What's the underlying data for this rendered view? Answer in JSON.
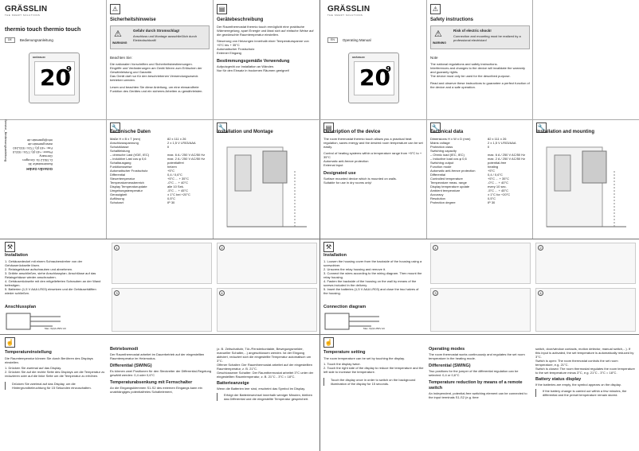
{
  "de": {
    "brand": "GRÄSSLIN",
    "brand_sub": "THE SMART SOLUTIONS",
    "product_title": "thermio touch thermio touch",
    "lang_tag": "DE",
    "manual_label": "Bedienungsanleitung",
    "temp_big": "20",
    "temp_small": "9",
    "address": [
      "Grässlin GmbH",
      "Bundesstraße 36",
      "D-78112 St. Georgen",
      "Germany",
      "Phone: +49 (0) 7724 / 933-0",
      "Fax: +49 (0) 7724 / 933-240",
      "www.graesslin.de",
      "info@graesslin.de"
    ],
    "doc_id": "Service_Bedienungsanleitung",
    "safety": {
      "title": "Sicherheitshinweise",
      "warn_title": "Gefahr durch Stromschlag!",
      "warn_text": "Anschluss und Montage ausschließlich durch Elektrofachkraft!",
      "warn_label": "WARNUNG",
      "note_title": "Beachten Sie:",
      "items": [
        "Die nationalen Vorschriften und Sicherheitsbestimmungen.",
        "Eingriffe und Veränderungen am Gerät führen zum Erlöschen der Gewährleistung und Garantie.",
        "Das Gerät darf nur für den beschriebenen Verwendungszweck betrieben werden."
      ],
      "read": "Lesen und beachten Sie diese Anleitung, um eine einwandfreie Funktion des Gerätes und ein sicheres Arbeiten zu gewährleisten."
    },
    "description": {
      "title": "Gerätebeschreibung",
      "text": "Der Raumthermostat thermio touch ermöglicht eine praktische Wärmeregelung, spart Energie und lässt sich auf einfache Weise auf die gewünschte Raumtemperatur einstellen.",
      "items": [
        "Steuerung von Heizungen innerhalb einer Temperaturspanne von +5°C bis + 35°C",
        "Automatischer Frostschutz",
        "Externer Eingang"
      ],
      "use_title": "Bestimmungsgemäße Verwendung",
      "use_items": [
        "Aufputzgerät zur Installation an Wänden.",
        "Nur für den Einsatz in trockenen Räumen geeignet!"
      ]
    },
    "tech": {
      "title": "Technische Daten",
      "rows": [
        [
          "Maße H x B x T (mm)",
          "82 x 111 x 26"
        ],
        [
          "Anschlussspannung",
          "2 x 1,5 V LR03/AAA"
        ],
        [
          "Schutzklasse",
          "II"
        ],
        [
          "Schaltleistung",
          ""
        ],
        [
          "– ohmsche Last (VDE, IEC)",
          "max. 6 A / 250 V AC/50 Hz"
        ],
        [
          "– induktive Last cos φ 0,6",
          "max. 2 A / 250 V AC/50 Hz"
        ],
        [
          "Schaltausgang",
          "potentialfrei"
        ],
        [
          "Funktionsweise",
          "heizen"
        ],
        [
          "Automatischer Frostschutz",
          "+5°C"
        ],
        [
          "Differential",
          "0,4 / 0,6°C"
        ],
        [
          "Steuertemperatur",
          "+5°C ... + 35°C"
        ],
        [
          "Temperaturmessbereich",
          "-0°C ... + 40°C"
        ],
        [
          "Display Temperaturupdate",
          "alle 10 Sek."
        ],
        [
          "Umgebungstemperatur",
          "-5°C ... + 45°C"
        ],
        [
          "Genauigkeit",
          "± 1°C bei +20°C"
        ],
        [
          "Auflösung",
          "0,5°C"
        ],
        [
          "Schutzart",
          "IP 30"
        ]
      ]
    },
    "install_title": "Installation und Montage",
    "installation": {
      "title": "Installation",
      "steps": [
        "Gehäusedeckel mit einem Schraubendreher von der Gehäuserückseite lösen.",
        "Relaisgehäuse aufschrauben und abnehmen.",
        "Drähte anschließen, siehe Anschlussplan. Anschlüsse auf das Relaisgehäuse wieder anschrauben.",
        "Gehäuserückseite mit den mitgelieferten Schrauben an der Wand befestigen.",
        "Batterien (1,5 V AAA LR03) einsetzen und die Gehäusehälften wieder schließen."
      ],
      "plan_title": "Anschlussplan",
      "plan_label": "Max. 6(2)A 250V AC"
    },
    "temp_setting": {
      "title": "Temperatureinstellung",
      "text": "Die Raumtemperatur können Sie durch Berühren des Displays einstellen.",
      "steps": [
        "Drücken Sie zweimal auf das Display.",
        "Drücken Sie auf die rechte Seite des Displays um die Temperatur zu reduzieren oder auf die linke Seite um die Temperatur zu erhöhen."
      ],
      "note": "Drücken Sie zweimal auf das Display, um die Hintergrundbeleuchtung für 15 Sekunden einzuschalten."
    },
    "operating": {
      "title": "Betriebsmodi",
      "text": "Der Raumthermostat arbeitet im Dauerbetrieb auf der eingestellten Raumtemperatur im Heizmodus.",
      "diff_title": "Differential (SWING)",
      "diff_text": "Es können zwei Positionen für den Steckreiter der Differential-Regelung gewählt werden: 0,4 oder 0,6°C",
      "remote_title": "Temperaturabsenkung mit Fernschalter",
      "remote_text": "An die Eingangsklemmen S1-S2 des externen Eingangs kann ein unabhängiges potentialfreies Schaltelement,"
    },
    "battery": {
      "col_text": "(z. B. Zeitschaltuhr, Tür-/Fensterkontakte, Bewegungsmelder, manueller Schalter,...) angeschlossen werden. Ist der Eingang aktiviert, reduziert sich die eingestellte Temperatur automatisch um 3°C.",
      "items": [
        "Offener Schalter: Der Raumthermostat arbeitet auf der eingestellten Raumtemperatur, z. B. 21°C.",
        "Geschlossener Schalter: Der Raumthermostat arbeitet 3°C unter der eingestellten Raumtemperatur, z. B. 21°C - 3°C = 18°C."
      ],
      "title": "Batterieanzeige",
      "text": "Wenn die Batterien leer sind, erscheint das Symbol im Display.",
      "note": "Erfolgt der Batteriewechsel innerhalb weniger Minuten, bleiben das Differential und die eingestellte Temperatur gespeichert."
    }
  },
  "en": {
    "brand": "GRÄSSLIN",
    "brand_sub": "THE SMART SOLUTIONS",
    "lang_tag": "EN",
    "manual_label": "Operating Manual",
    "temp_big": "20",
    "temp_small": "9",
    "safety": {
      "title": "Safety instructions",
      "warn_title": "Risk of electric shock!",
      "warn_text": "Connection and mounting must be realized by a professional electrician!",
      "warn_label": "WARNING",
      "note_title": "Note",
      "items": [
        "The national regulations and safety instructions.",
        "Interferences and changes to the device will invalidate the warranty and guaranty rights.",
        "The device must only be used for the described purpose."
      ],
      "read": "Read and observe these instructions to guarantee a perfect function of the device and a safe operation."
    },
    "description": {
      "title": "Description of the device",
      "text": "The room thermostat thermio touch allows you a practical heat regulation, saves energy and the desired room temperature can be set easily.",
      "items": [
        "Control of heating systems within a temperature range from +5°C to + 35°C",
        "Automatic anti-freeze protection",
        "External input"
      ],
      "use_title": "Designated use",
      "use_items": [
        "Surface mounted device which is mounted on walls.",
        "Suitable for use in dry rooms only!"
      ]
    },
    "tech": {
      "title": "Technical data",
      "rows": [
        [
          "Dimensions H x W x D (mm)",
          "82 x 111 x 26"
        ],
        [
          "Mains voltage",
          "2 x 1,5 V LR03/AAA"
        ],
        [
          "Protection class",
          "II"
        ],
        [
          "Switching capacity",
          ""
        ],
        [
          "– Ohmic load (IEC, IEC)",
          "max. 6 A / 250 V AC/50 Hz"
        ],
        [
          "– Inductive load cos φ 0,6",
          "max. 2 A / 250 V AC/50 Hz"
        ],
        [
          "Switching output",
          "potential-free"
        ],
        [
          "Function mode",
          "heating"
        ],
        [
          "Automatic anti-freeze protection",
          "+5°C"
        ],
        [
          "Differential",
          "0,4 / 0,6°C"
        ],
        [
          "Controlled temperature",
          "+5°C ... + 35°C"
        ],
        [
          "Temperature meas. range",
          "-0°C ... + 40°C"
        ],
        [
          "Display temperature update",
          "every 10 sec."
        ],
        [
          "Ambient temperature",
          "-5°C ... + 45°C"
        ],
        [
          "Accuracy",
          "± 1°C for +20°C"
        ],
        [
          "Resolution",
          "0,5°C"
        ],
        [
          "Protection degree",
          "IP 30"
        ]
      ]
    },
    "install_title": "Installation and mounting",
    "installation": {
      "title": "Installation",
      "steps": [
        "Loosen the housing cover from the backside of the housing using a screwdriver.",
        "Unscrew the relay housing and remove it.",
        "Connect the wires according to the wiring diagram. Then mount the relay housing.",
        "Fasten the backside of the housing on the wall by means of the screws included in the delivery.",
        "Insert the batteries (1,5 V AAA LR03) and close the two halves of the housing."
      ],
      "plan_title": "Connection diagram",
      "plan_label": "Max. 6(2)A 250V AC"
    },
    "temp_setting": {
      "title": "Temperature setting",
      "text": "The room temperature can be set by touching the display.",
      "steps": [
        "Touch the display twice.",
        "Touch the right side of the display to reduce the temperature and the left side to increase the temperature."
      ],
      "note": "Touch the display once in order to switch on the background illumination of the display for 15 seconds."
    },
    "operating": {
      "title": "Operating modes",
      "text": "The room thermostat works continuously and regulates the set room temperature in the heating mode.",
      "diff_title": "Differential (SWING)",
      "diff_text": "Two positions for the jumper of the differential regulation can be selected: 0,4 or 0,6°C",
      "remote_title": "Temperature reduction by means of a remote switch",
      "remote_text": "An independent, potential-free switching element can be connected to the input terminals S1-S2 (e.g. time"
    },
    "battery": {
      "col_text": "switch, door/window contacts, motion detector, manual switch,...). If this input is activated, the set temperature is automatically reduced by 3°C.",
      "items": [
        "Switch is open: The room thermostat controls the set room temperature, e.g. 21°C.",
        "Switch is closed: The room thermostat regulates the room temperature to the set temperature minus 3°C, e.g. 21°C - 3°C = 18°C."
      ],
      "title": "Battery status display",
      "text": "If the batteries are empty, the symbol appears on the display.",
      "note": "If the battery change is carried out within a few minutes, the differential and the preset temperature remain stored."
    }
  }
}
